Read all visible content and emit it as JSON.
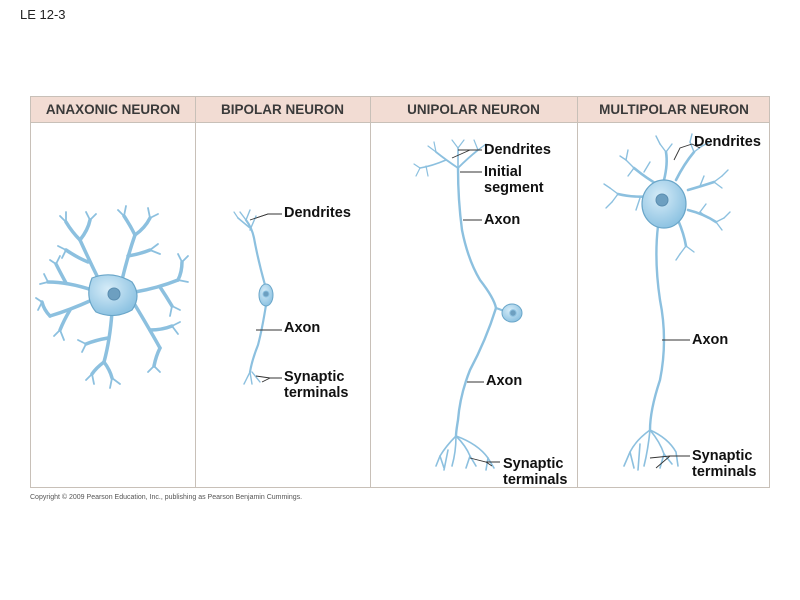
{
  "slide_label": "LE 12-3",
  "columns": [
    {
      "title": "ANAXONIC NEURON"
    },
    {
      "title": "BIPOLAR NEURON"
    },
    {
      "title": "UNIPOLAR NEURON"
    },
    {
      "title": "MULTIPOLAR NEURON"
    }
  ],
  "labels": {
    "bipolar_dendrites": "Dendrites",
    "bipolar_axon": "Axon",
    "bipolar_synaptic_1": "Synaptic",
    "bipolar_synaptic_2": "terminals",
    "unipolar_dendrites": "Dendrites",
    "unipolar_initial_1": "Initial",
    "unipolar_initial_2": "segment",
    "unipolar_axon_upper": "Axon",
    "unipolar_axon_lower": "Axon",
    "unipolar_synaptic_1": "Synaptic",
    "unipolar_synaptic_2": "terminals",
    "multipolar_dendrites": "Dendrites",
    "multipolar_axon": "Axon",
    "multipolar_synaptic_1": "Synaptic",
    "multipolar_synaptic_2": "terminals"
  },
  "copyright": "Copyright © 2009 Pearson Education, Inc., publishing as Pearson Benjamin Cummings.",
  "colors": {
    "neuron_fill": "#a9d3ec",
    "neuron_stroke": "#6aa6c9",
    "nucleus": "#6d9fc0",
    "header_bg": "#f2dcd3"
  }
}
